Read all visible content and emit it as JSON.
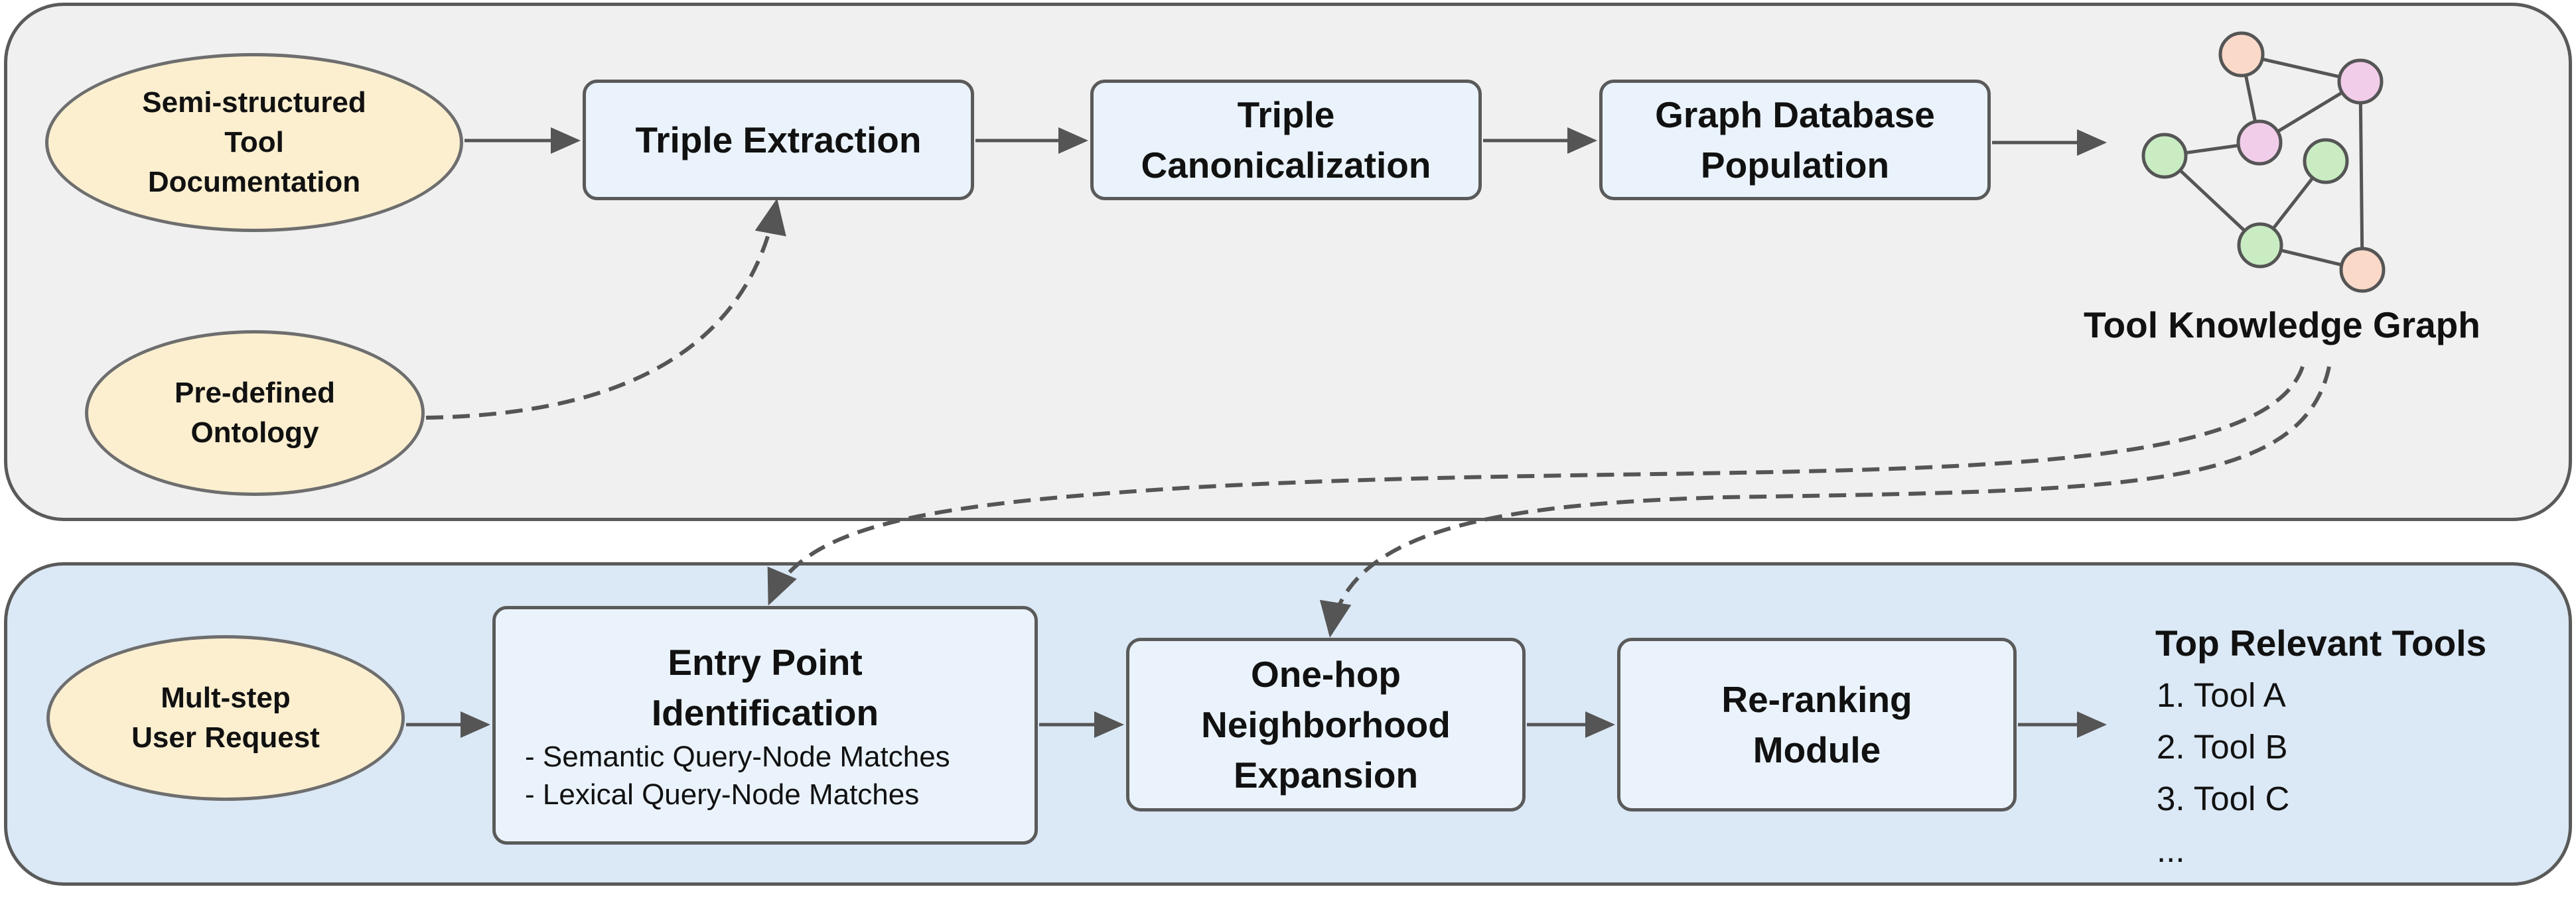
{
  "top_panel": {
    "inputs": {
      "documentation": [
        "Semi-structured",
        "Tool",
        "Documentation"
      ],
      "ontology": [
        "Pre-defined",
        "Ontology"
      ]
    },
    "steps": {
      "extraction": [
        "Triple Extraction"
      ],
      "canonicalization": [
        "Triple",
        "Canonicalization"
      ],
      "population": [
        "Graph Database",
        "Population"
      ]
    },
    "graph_label": "Tool Knowledge Graph"
  },
  "bottom_panel": {
    "input": [
      "Mult-step",
      "User Request"
    ],
    "entry_point": {
      "title": [
        "Entry Point",
        "Identification"
      ],
      "bullets": [
        "- Semantic Query-Node Matches",
        "- Lexical Query-Node Matches"
      ]
    },
    "expansion": [
      "One-hop",
      "Neighborhood",
      "Expansion"
    ],
    "reranking": [
      "Re-ranking",
      "Module"
    ],
    "output": {
      "title": "Top Relevant Tools",
      "items": [
        "1. Tool A",
        "2. Tool B",
        "3. Tool C",
        "..."
      ]
    }
  },
  "colors": {
    "top_panel_bg": "#f0f0f0",
    "bottom_panel_bg": "#dbe8f5",
    "box_bg": "#eaf3fb",
    "input_bg": "#fbefd0",
    "node_orange": "#fbd9c8",
    "node_pink": "#f2cdea",
    "node_green": "#c9ecc3",
    "stroke": "#555555"
  }
}
